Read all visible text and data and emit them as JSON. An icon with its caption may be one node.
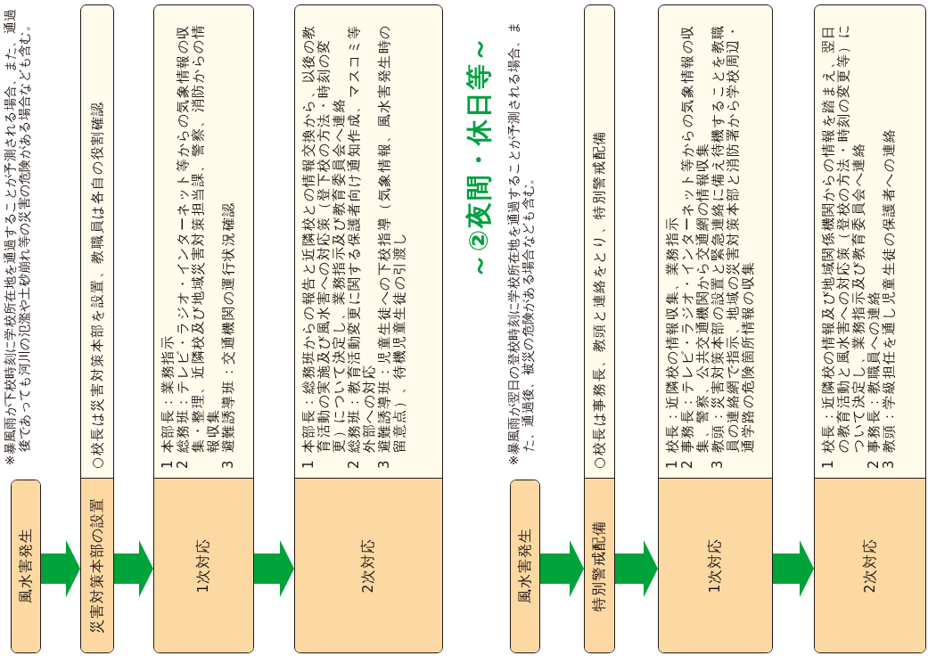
{
  "diagram": {
    "nodes": [
      {
        "text": [
          "風水害発生"
        ]
      },
      {
        "text": [
          "災害対策本部の設置",
          "○校長は災害対策本部を設置、教職員は各自の役割確認"
        ]
      },
      {
        "text": [
          "1次対応",
          "1 本部長：業務指示",
          "2 総務班：テレビ・ラジオ・インターネット等からの気象情報の収集・整理、近隣校及び地域災害対策担当課、警察、消防からの情報収集",
          "3 避難誘導班：交通機関の運行状況確認"
        ]
      },
      {
        "text": [
          "2次対応",
          "1 本部長：総務班からの報告と近隣校との情報交換から、以後の教育活動の実施及び風水害への対応策（登下校の方法・時刻の変更）について決定し、業務指示及び教育委員会へ連絡",
          "2 総務班：教育活動変更に関する保護者向け通知作成、マスコミ等外部への対応",
          "3 避難誘導班：児童生徒への下校指導（気象情報、風水害発生時の留意点）、待機児童生徒の引渡し"
        ]
      },
      {
        "text": [
          "風水害発生"
        ]
      },
      {
        "text": [
          "特別警戒配備",
          "○校長は事務長、教頭と連絡をとり、特別警戒配備"
        ]
      },
      {
        "text": [
          "1次対応",
          "1 校長：近隣校の情報収集、業務指示",
          "2 事務長：テレビ・ラジオ・インターネット等からの気象情報の収集、警察、公共交通機関から交通網の情報収集",
          "3 教頭：災害対策本部の設置と緊急連絡に備え待機することを教職員の連絡網で指示、地域の災害対策本部と消防署から学校周辺・通学路の危険箇所情報の収集"
        ]
      },
      {
        "text": [
          "2次対応",
          "1 校長：近隣校の情報及び地域関係機関からの情報を踏まえ、翌日の教育活動と風水害への対応策（登校の方法・時刻の変更等）について決定し、業務指示及び教育委員会へ連絡",
          "2 事務長：教職員への連絡",
          "3 教頭：学級担任を通し児童生徒の保護者への連絡"
        ]
      }
    ],
    "edges": [
      {
        "from": 0,
        "to": 1,
        "arrow": "to"
      },
      {
        "from": 1,
        "to": 2,
        "arrow": "to"
      },
      {
        "from": 2,
        "to": 3,
        "arrow": "to"
      },
      {
        "from": 4,
        "to": 5,
        "arrow": "to"
      },
      {
        "from": 5,
        "to": 6,
        "arrow": "to"
      },
      {
        "from": 6,
        "to": 7,
        "arrow": "to"
      }
    ],
    "labels": [
      "※暴風雨が下校時刻に学校所在地を通過することが予測される場合、また、通過後であっても河川の氾濫や土砂崩れ等の災害の危険がある場合なども含む。",
      "～②夜間・休日等～",
      "※暴風雨が翌日の登校時刻に学校所在地を通過することが予測される場合、また、通過後、被災の危険がある場合なども含む。"
    ]
  }
}
